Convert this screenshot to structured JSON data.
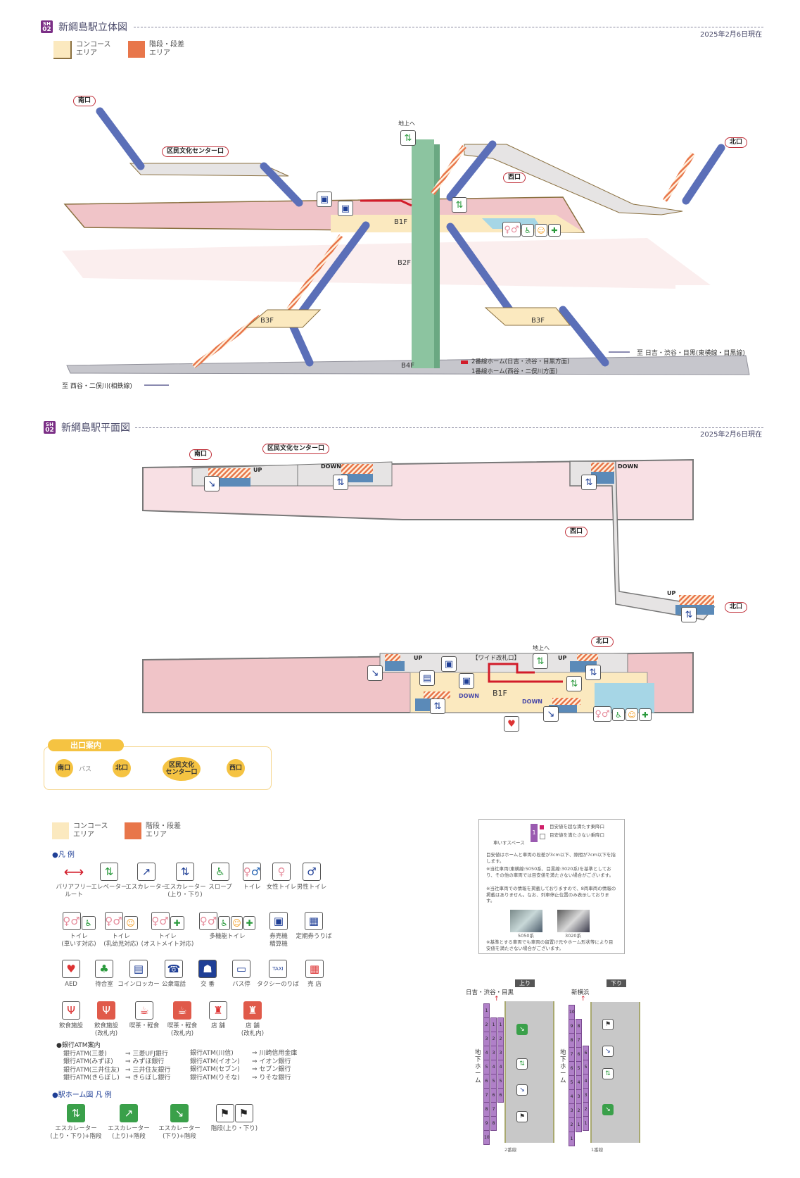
{
  "badge": {
    "line_code": "SH",
    "number": "02"
  },
  "section_3d": {
    "title": "新綱島駅立体図",
    "date": "2025年2月6日現在",
    "legend": [
      {
        "label": "コンコース\nエリア",
        "color": "#fbe9bf"
      },
      {
        "label": "階段・段差\nエリア",
        "color": "#e8764a"
      }
    ],
    "exits": {
      "south": "南口",
      "culture_center": "区民文化センター口",
      "west": "西口",
      "north": "北口"
    },
    "to_ground": "地上へ",
    "floors": {
      "b1f": "B1F",
      "b2f": "B2F",
      "b3f_left": "B3F",
      "b3f_right": "B3F",
      "b4f": "B4F"
    },
    "platform_2": "2番線ホーム(日吉・渋谷・目黒方面)",
    "platform_1": "1番線ホーム(西谷・二俣川方面)",
    "to_east": "至 日吉・渋谷・目黒(東横線・目黒線)",
    "to_west": "至 西谷・二俣川(相鉄線)",
    "colors": {
      "concourse": "#fbe9bf",
      "stairs": "#e8764a",
      "escalator": "#5b6fb8",
      "elevator_shaft": "#8cc4a0",
      "b1f_area": "#f0c4c8",
      "b2f_area": "#fbeeee",
      "b4f_area": "#c6c6cc",
      "passage": "#e6e4e4",
      "barrier_free": "#d21c2a"
    }
  },
  "section_plan": {
    "title": "新綱島駅平面図",
    "date": "2025年2月6日現在",
    "upper": {
      "exits": {
        "south": "南口",
        "culture_center": "区民文化センター口",
        "west": "西口",
        "north": "北口"
      },
      "arrows": {
        "up1": "UP",
        "down1": "DOWN",
        "down2": "DOWN",
        "up2": "UP"
      }
    },
    "lower": {
      "north": "北口",
      "to_ground": "地上へ",
      "wide_gate": "【ワイド改札口】",
      "floor": "B1F",
      "arrows": {
        "up_left": "UP",
        "up_right": "UP",
        "down_left": "DOWN",
        "down_right": "DOWN"
      }
    }
  },
  "exit_guide": {
    "title": "出口案内",
    "items": [
      {
        "name": "南口",
        "note": "バス"
      },
      {
        "name": "北口",
        "note": ""
      },
      {
        "name": "区民文化\nセンター口",
        "note": ""
      },
      {
        "name": "西口",
        "note": ""
      }
    ]
  },
  "legend": {
    "area_swatches": [
      {
        "label": "コンコース\nエリア",
        "color": "#fbe9bf"
      },
      {
        "label": "階段・段差\nエリア",
        "color": "#e8764a"
      }
    ],
    "heading": "●凡 例",
    "row1": [
      {
        "icon": "barrier-free-route-icon",
        "label": "バリアフリー\nルート"
      },
      {
        "icon": "elevator-icon",
        "label": "エレベーター"
      },
      {
        "icon": "escalator-icon",
        "label": "エスカレーター"
      },
      {
        "icon": "escalator-updown-icon",
        "label": "エスカレーター\n(上り・下り)"
      },
      {
        "icon": "slope-icon",
        "label": "スロープ"
      },
      {
        "icon": "toilet-icon",
        "label": "トイレ"
      },
      {
        "icon": "womens-toilet-icon",
        "label": "女性トイレ"
      },
      {
        "icon": "mens-toilet-icon",
        "label": "男性トイレ"
      }
    ],
    "row2": [
      {
        "icon": "toilet-wheelchair-icon",
        "label": "トイレ\n(車いす対応)"
      },
      {
        "icon": "toilet-baby-icon",
        "label": "トイレ\n(乳幼児対応)"
      },
      {
        "icon": "toilet-ostomate-icon",
        "label": "トイレ\n(オストメイト対応)"
      },
      {
        "icon": "multipurpose-toilet-icon",
        "label": "多機能トイレ"
      },
      {
        "icon": "ticket-machine-icon",
        "label": "券売機\n精算機"
      },
      {
        "icon": "commuter-pass-icon",
        "label": "定期券うりば"
      }
    ],
    "row3": [
      {
        "icon": "aed-icon",
        "label": "AED"
      },
      {
        "icon": "waiting-room-icon",
        "label": "待合室"
      },
      {
        "icon": "coin-locker-icon",
        "label": "コインロッカー"
      },
      {
        "icon": "public-phone-icon",
        "label": "公衆電話"
      },
      {
        "icon": "police-box-icon",
        "label": "交 番"
      },
      {
        "icon": "bus-stop-icon",
        "label": "バス停"
      },
      {
        "icon": "taxi-icon",
        "label": "タクシーのりば"
      },
      {
        "icon": "kiosk-icon",
        "label": "売 店"
      }
    ],
    "row4": [
      {
        "icon": "restaurant-icon",
        "label": "飲食施設"
      },
      {
        "icon": "restaurant-gate-icon",
        "label": "飲食施設\n(改札内)"
      },
      {
        "icon": "cafe-icon",
        "label": "喫茶・軽食"
      },
      {
        "icon": "cafe-gate-icon",
        "label": "喫茶・軽食\n(改札内)"
      },
      {
        "icon": "shop-icon",
        "label": "店 舗"
      },
      {
        "icon": "shop-gate-icon",
        "label": "店 舗\n(改札内)"
      }
    ],
    "atm_heading": "●銀行ATM案内",
    "atm_left": [
      {
        "name": "銀行ATM(三菱)",
        "bank": "⇒ 三菱UFJ銀行"
      },
      {
        "name": "銀行ATM(みずほ)",
        "bank": "⇒ みずほ銀行"
      },
      {
        "name": "銀行ATM(三井住友)",
        "bank": "⇒ 三井住友銀行"
      },
      {
        "name": "銀行ATM(きらぼし)",
        "bank": "⇒ きらぼし銀行"
      }
    ],
    "atm_right": [
      {
        "name": "銀行ATM(川信)",
        "bank": "⇒ 川崎信用金庫"
      },
      {
        "name": "銀行ATM(イオン)",
        "bank": "⇒ イオン銀行"
      },
      {
        "name": "銀行ATM(セブン)",
        "bank": "⇒ セブン銀行"
      },
      {
        "name": "銀行ATM(りそな)",
        "bank": "⇒ りそな銀行"
      }
    ],
    "platform_heading": "●駅ホーム図 凡 例",
    "platform_items": [
      {
        "icon": "escalator-updown-stairs-icon",
        "label": "エスカレーター\n(上り・下り)+階段"
      },
      {
        "icon": "escalator-up-stairs-icon",
        "label": "エスカレーター\n(上り)+階段"
      },
      {
        "icon": "escalator-down-stairs-icon",
        "label": "エスカレーター\n(下り)+階段"
      },
      {
        "icon": "stairs-icon",
        "label": "階段(上り・下り)"
      }
    ]
  },
  "note": {
    "wheelchair_space": "車いすスペース",
    "car_no": "1",
    "meets": "目安値を超な満たす乗降口",
    "not_meets": "目安値を満たさない乗降口",
    "text1": "目安値はホームと車両の段差が3cm以下、隙間が7cm以下を指します。",
    "text2": "※当社車両(東横線:5050系、目黒線:3020系)を基準としており、その他の車両では目安値を満たさない場合がございます。",
    "text3": "※当社車両での情報を掲載しておりますので、8両車両の情報の掲載はありません。なお、列車停止位置のみ表示しております。",
    "train1": "5050系",
    "train2": "3020系",
    "text4": "※基準とする車両でも車両の留置け元やホーム形状等により目安値を満たさない場合がございます。"
  },
  "platform": {
    "up": {
      "tag": "上り",
      "dest": "日吉・渋谷・目黒",
      "track": "2番線",
      "cars_a": [
        "1",
        "2",
        "3",
        "4",
        "5",
        "6",
        "7",
        "8",
        "9",
        "10"
      ],
      "cars_b": [
        "1",
        "2",
        "3",
        "4",
        "5",
        "6",
        "7",
        "8"
      ],
      "cars_c": [
        "1",
        "2",
        "3",
        "4",
        "5",
        "6"
      ]
    },
    "down": {
      "tag": "下り",
      "dest": "新横浜",
      "track": "1番線",
      "cars_a": [
        "10",
        "9",
        "8",
        "7",
        "6",
        "5",
        "4",
        "3",
        "2",
        "1"
      ],
      "cars_b": [
        "8",
        "7",
        "6",
        "5",
        "4",
        "3",
        "2",
        "1"
      ],
      "cars_c": [
        "6",
        "5",
        "4",
        "3",
        "2",
        "1"
      ]
    },
    "underground_label": "地下ホーム"
  }
}
